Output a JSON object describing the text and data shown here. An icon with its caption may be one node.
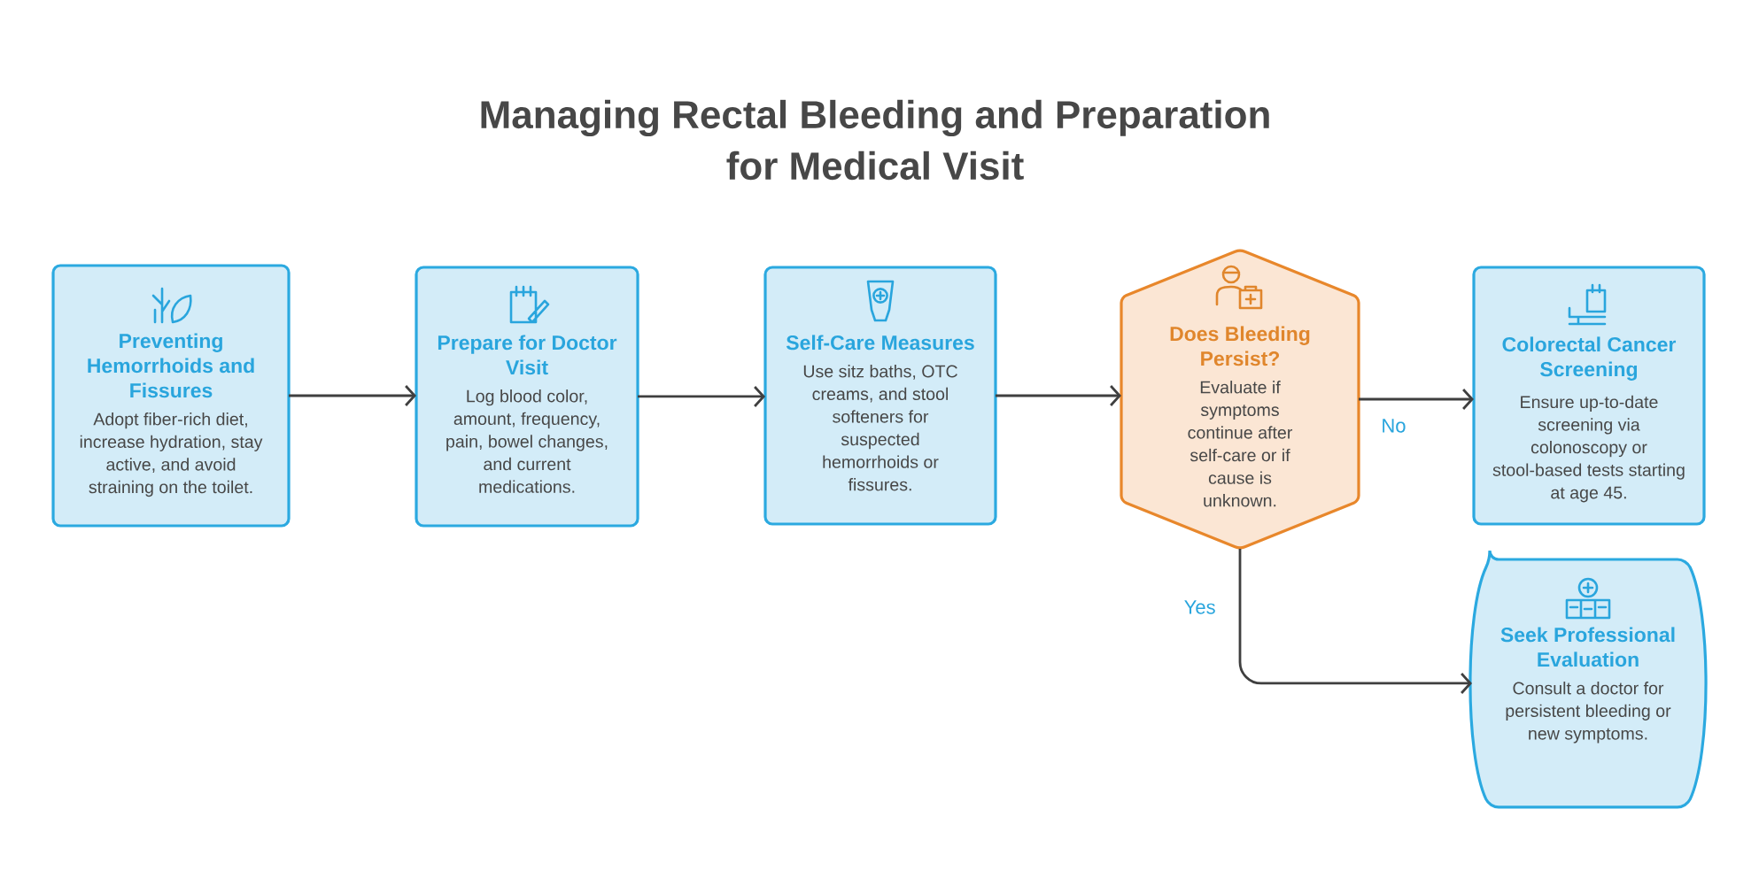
{
  "diagram": {
    "title": "Managing Rectal Bleeding and Preparation for Medical Visit",
    "nodes": [
      {
        "text": [
          "Preventing Hemorrhoids and Fissures",
          "Adopt fiber-rich diet, increase hydration, stay active, and avoid straining on the toilet."
        ]
      },
      {
        "text": [
          "Prepare for Doctor Visit",
          "Log blood color, amount, frequency, pain, bowel changes, and current medications."
        ]
      },
      {
        "text": [
          "Self-Care Measures",
          "Use sitz baths, OTC creams, and stool softeners for suspected hemorrhoids or fissures."
        ]
      },
      {
        "text": [
          "Does Bleeding Persist?",
          "Evaluate if symptoms continue after self-care or if cause is unknown."
        ]
      },
      {
        "text": [
          "Colorectal Cancer Screening",
          "Ensure up-to-date screening via colonoscopy or stool-based tests starting at age 45."
        ]
      },
      {
        "text": [
          "Seek Professional Evaluation",
          "Consult a doctor for persistent bleeding or new symptoms."
        ]
      }
    ],
    "edges": [
      {
        "from": 0,
        "to": 1,
        "arrow": "to"
      },
      {
        "from": 1,
        "to": 2,
        "arrow": "to"
      },
      {
        "from": 2,
        "to": 3,
        "arrow": "to"
      },
      {
        "from": 3,
        "to": 4,
        "arrow": "to",
        "label": "No"
      },
      {
        "from": 3,
        "to": 5,
        "arrow": "to",
        "label": "Yes"
      }
    ]
  }
}
